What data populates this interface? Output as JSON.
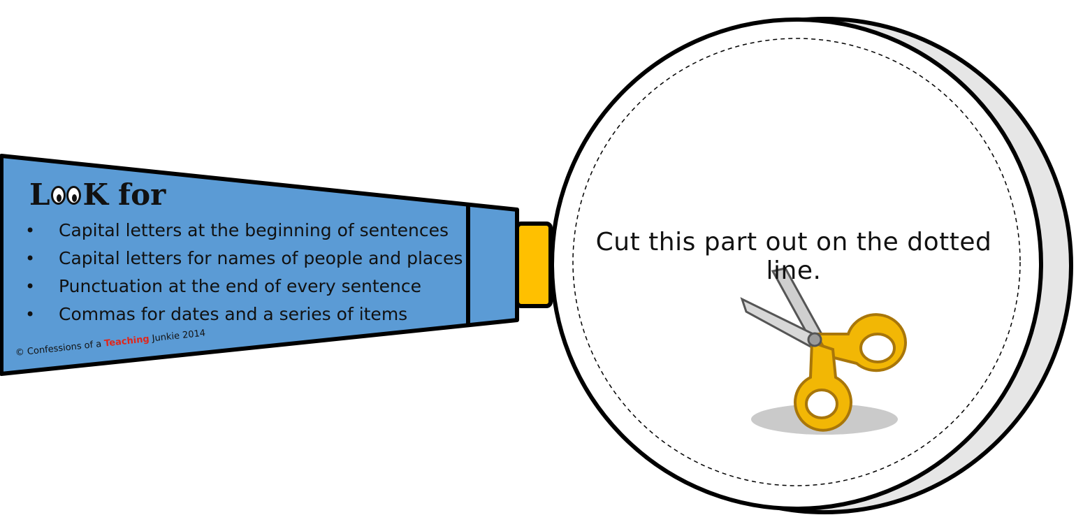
{
  "handle": {
    "title_first_letter": "L",
    "title_last_letter": "K",
    "title_suffix": "for",
    "bullets": [
      "Capital letters at the beginning of sentences",
      "Capital letters for names of people and places",
      "Punctuation at the end of every sentence",
      "Commas for dates and a series of items"
    ],
    "copyright_prefix": "© Confessions of a",
    "copyright_highlight": "Teaching",
    "copyright_suffix": "Junkie 2014"
  },
  "lens": {
    "instruction": "Cut this part out on the dotted line."
  },
  "colors": {
    "handle_fill": "#5b9bd5",
    "connector_fill": "#ffc000",
    "lens_rim_shadow": "#e6e6e6",
    "outline": "#000000"
  },
  "icons": [
    "eyes-icon",
    "scissors-icon"
  ]
}
